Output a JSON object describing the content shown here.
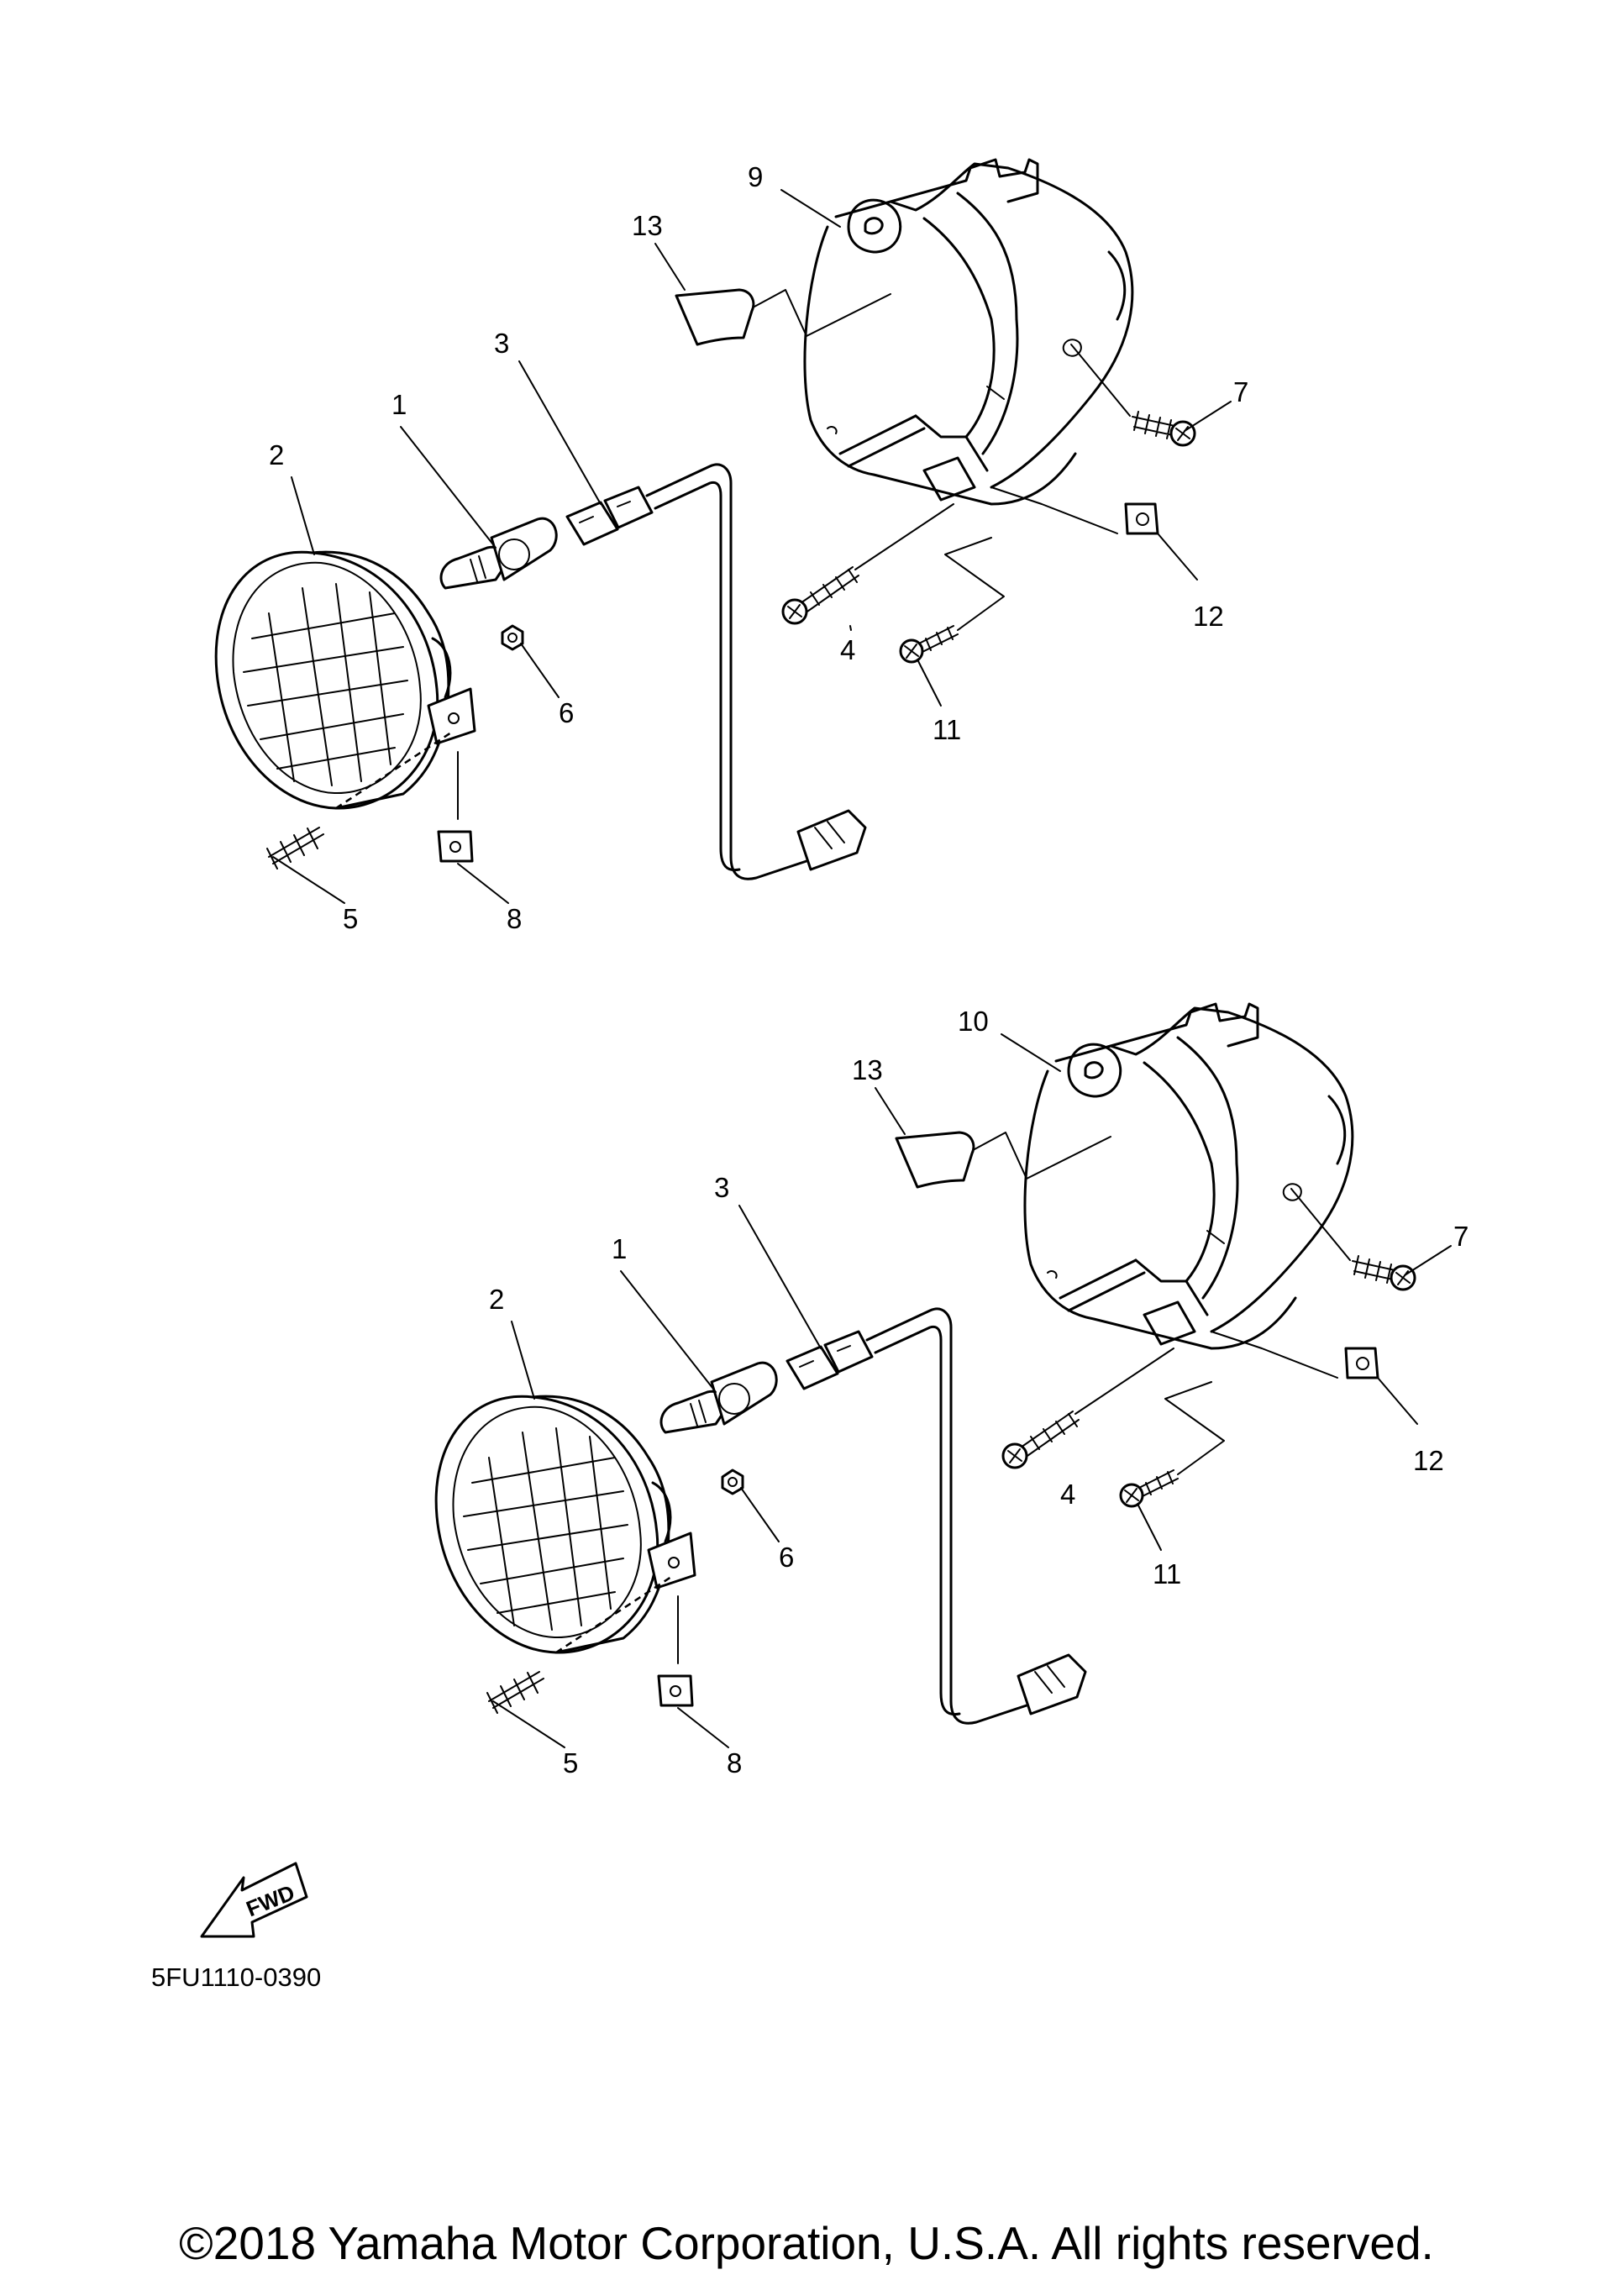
{
  "diagram": {
    "code": "5FU1110-0390",
    "fwd_label": "FWD",
    "copyright": "©2018 Yamaha Motor Corporation, U.S.A. All rights reserved.",
    "callouts_upper": [
      "1",
      "2",
      "3",
      "4",
      "5",
      "6",
      "7",
      "8",
      "9",
      "11",
      "12",
      "13"
    ],
    "callouts_lower": [
      "1",
      "2",
      "3",
      "4",
      "5",
      "6",
      "7",
      "8",
      "10",
      "11",
      "12",
      "13"
    ]
  }
}
